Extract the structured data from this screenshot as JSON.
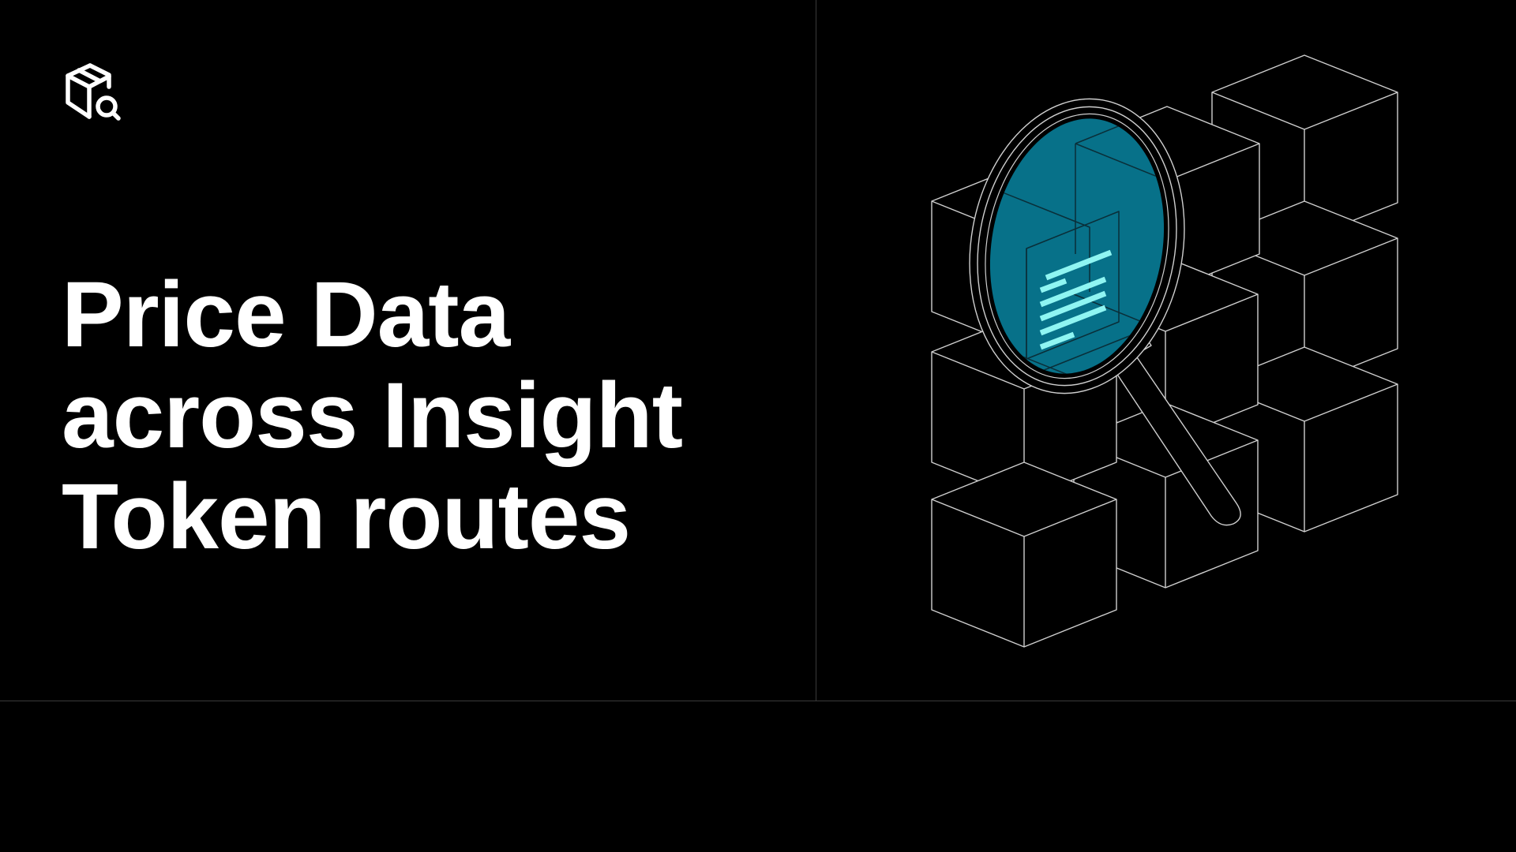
{
  "brand": {
    "logo_icon": "package-search-icon"
  },
  "headline": {
    "lines": [
      "Price Data",
      "across Insight",
      "Token routes"
    ]
  },
  "illustration": {
    "icon": "magnifier-over-cubes-icon"
  },
  "colors": {
    "background": "#000000",
    "text": "#ffffff",
    "line": "#cfcfcf",
    "lens_fill": "#077189",
    "lens_highlight": "#8ff5f2",
    "divider": "#3a3a3a"
  }
}
